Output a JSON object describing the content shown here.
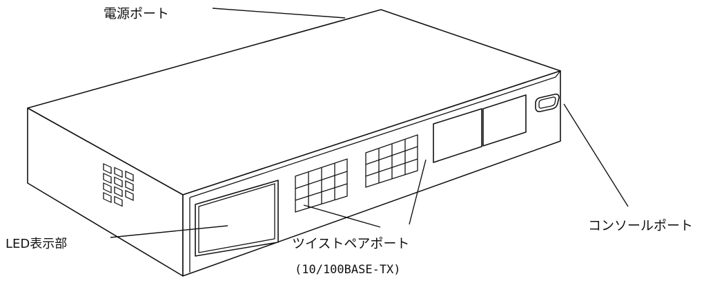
{
  "labels": {
    "power_port": "電源ポート",
    "console_port": "コンソールポート",
    "led_display": "LED表示部",
    "twisted_pair_port": "ツイストペアポート",
    "twisted_pair_spec": "(10/100BASE-TX)"
  }
}
